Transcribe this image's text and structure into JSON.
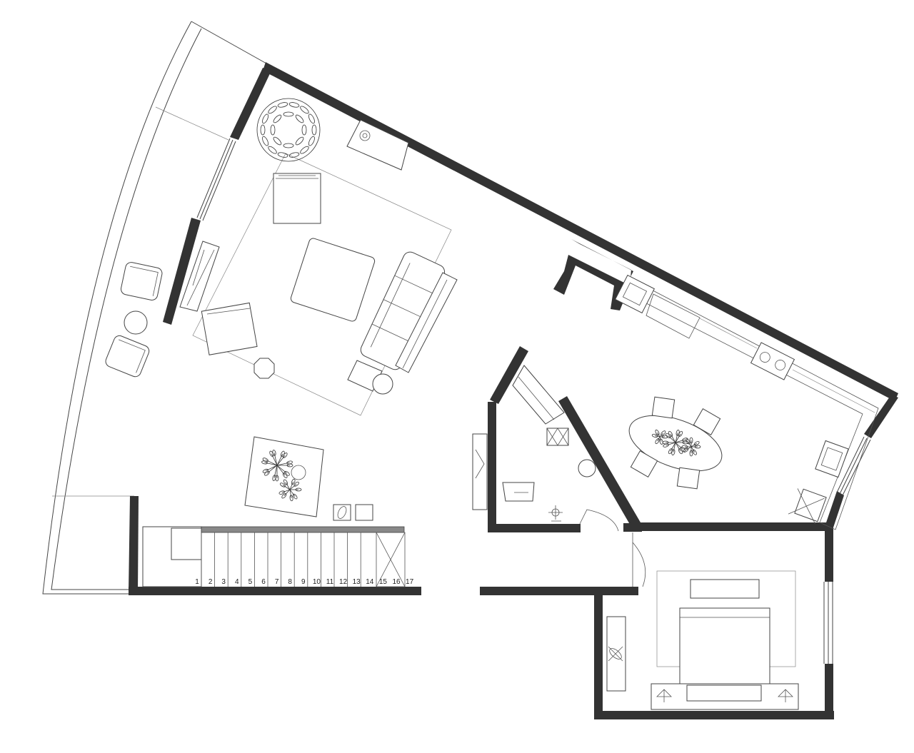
{
  "stair": {
    "steps": [
      "1",
      "2",
      "3",
      "4",
      "5",
      "6",
      "7",
      "8",
      "9",
      "10",
      "11",
      "12",
      "13",
      "14",
      "15",
      "16",
      "17"
    ]
  },
  "colors": {
    "wall": "#333333",
    "line": "#444444",
    "background": "#ffffff"
  }
}
